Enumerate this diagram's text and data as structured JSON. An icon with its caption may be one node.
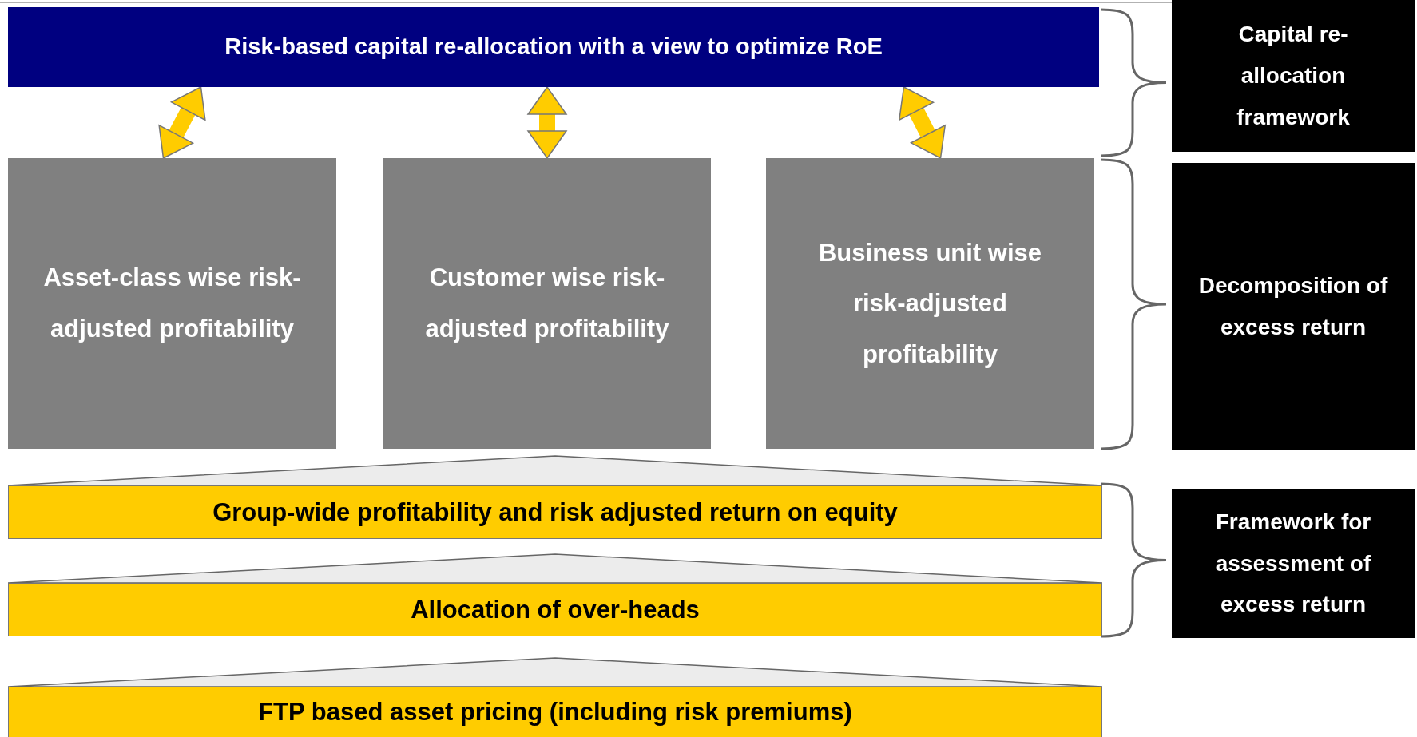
{
  "diagram": {
    "nodes": [
      {
        "text": [
          "Risk-based capital re-allocation with a view to optimize RoE"
        ]
      },
      {
        "text": [
          "Asset-class wise risk-adjusted profitability"
        ]
      },
      {
        "text": [
          "Customer wise risk-adjusted profitability"
        ]
      },
      {
        "text": [
          "Business unit wise risk-adjusted profitability"
        ]
      },
      {
        "text": [],
        "shape": "triangle"
      },
      {
        "text": [
          "Group-wide profitability and risk adjusted return on equity"
        ]
      },
      {
        "text": [],
        "shape": "triangle"
      },
      {
        "text": [
          "Allocation of over-heads"
        ]
      },
      {
        "text": [],
        "shape": "triangle"
      },
      {
        "text": [
          "FTP based asset pricing (including risk premiums)"
        ]
      },
      {
        "text": [
          "Capital re-allocation framework"
        ]
      },
      {
        "text": [
          "Decomposition of excess return"
        ]
      },
      {
        "text": [
          "Framework for assessment of excess return"
        ]
      }
    ],
    "edges": [
      {
        "from": 0,
        "to": 1,
        "arrow": "both"
      },
      {
        "from": 0,
        "to": 2,
        "arrow": "both"
      },
      {
        "from": 0,
        "to": 3,
        "arrow": "both"
      }
    ]
  }
}
